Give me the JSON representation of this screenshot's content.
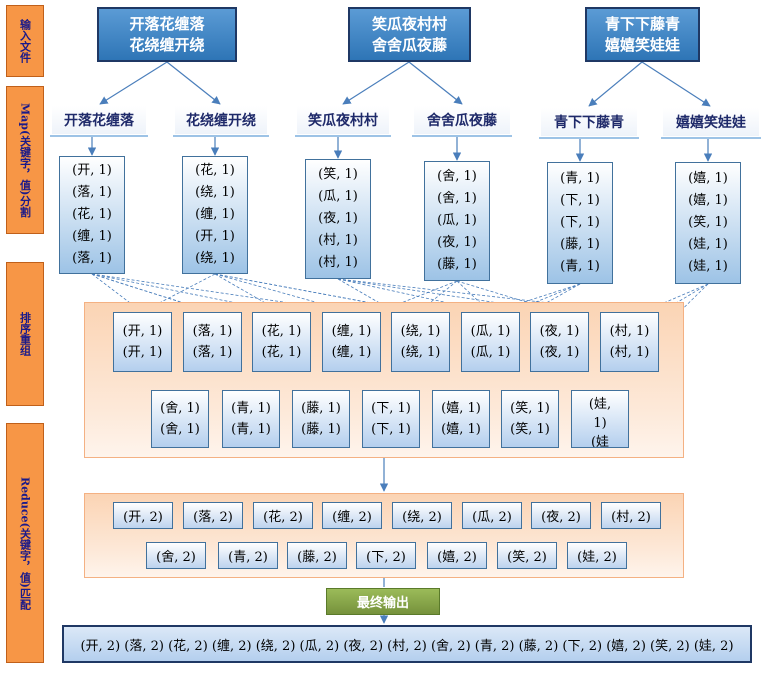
{
  "stages": [
    {
      "label": "输入文件"
    },
    {
      "label": "Map(关键字，值)分割"
    },
    {
      "label": "排序重组"
    },
    {
      "label": "Reduce(关键字，值)匹配"
    }
  ],
  "inputs": [
    {
      "line1": "开落花缠落",
      "line2": "花绕缠开绕"
    },
    {
      "line1": "笑瓜夜村村",
      "line2": "舍舍瓜夜藤"
    },
    {
      "line1": "青下下藤青",
      "line2": "嬉嬉笑娃娃"
    }
  ],
  "splits": [
    {
      "title": "开落花缠落",
      "pairs": [
        "(开, 1)",
        "(落, 1)",
        "(花, 1)",
        "(缠, 1)",
        "(落, 1)"
      ]
    },
    {
      "title": "花绕缠开绕",
      "pairs": [
        "(花, 1)",
        "(绕, 1)",
        "(缠, 1)",
        "(开, 1)",
        "(绕, 1)"
      ]
    },
    {
      "title": "笑瓜夜村村",
      "pairs": [
        "(笑, 1)",
        "(瓜, 1)",
        "(夜, 1)",
        "(村, 1)",
        "(村, 1)"
      ]
    },
    {
      "title": "舍舍瓜夜藤",
      "pairs": [
        "(舍, 1)",
        "(舍, 1)",
        "(瓜, 1)",
        "(夜, 1)",
        "(藤, 1)"
      ]
    },
    {
      "title": "青下下藤青",
      "pairs": [
        "(青, 1)",
        "(下, 1)",
        "(下, 1)",
        "(藤, 1)",
        "(青, 1)"
      ]
    },
    {
      "title": "嬉嬉笑娃娃",
      "pairs": [
        "(嬉, 1)",
        "(嬉, 1)",
        "(笑, 1)",
        "(娃, 1)",
        "(娃, 1)"
      ]
    }
  ],
  "sorted_row1": [
    {
      "a": "(开, 1)",
      "b": "(开, 1)"
    },
    {
      "a": "(落, 1)",
      "b": "(落, 1)"
    },
    {
      "a": "(花, 1)",
      "b": "(花, 1)"
    },
    {
      "a": "(缠, 1)",
      "b": "(缠, 1)"
    },
    {
      "a": "(绕, 1)",
      "b": "(绕, 1)"
    },
    {
      "a": "(瓜, 1)",
      "b": "(瓜, 1)"
    },
    {
      "a": "(夜, 1)",
      "b": "(夜, 1)"
    },
    {
      "a": "(村, 1)",
      "b": "(村, 1)"
    }
  ],
  "sorted_row2": [
    {
      "a": "(舍, 1)",
      "b": "(舍, 1)"
    },
    {
      "a": "(青, 1)",
      "b": "(青, 1)"
    },
    {
      "a": "(藤, 1)",
      "b": "(藤, 1)"
    },
    {
      "a": "(下, 1)",
      "b": "(下, 1)"
    },
    {
      "a": "(嬉, 1)",
      "b": "(嬉, 1)"
    },
    {
      "a": "(笑, 1)",
      "b": "(笑, 1)"
    },
    {
      "a": "(娃,",
      "b": "1)",
      "c": "(娃"
    }
  ],
  "reduce_row1": [
    "(开, 2)",
    "(落, 2)",
    "(花, 2)",
    "(缠, 2)",
    "(绕, 2)",
    "(瓜, 2)",
    "(夜, 2)",
    "(村, 2)"
  ],
  "reduce_row2": [
    "(舍, 2)",
    "(青, 2)",
    "(藤, 2)",
    "(下, 2)",
    "(嬉, 2)",
    "(笑, 2)",
    "(娃, 2)"
  ],
  "final_label": "最终输出",
  "final_output": "(开, 2) (落, 2) (花, 2) (缠, 2) (绕, 2) (瓜, 2) (夜, 2) (村, 2) (舍, 2) (青, 2) (藤, 2) (下, 2) (嬉, 2) (笑, 2) (娃, 2)",
  "colors": {
    "arrow": "#4a7ebb",
    "stage": "#f79646",
    "input": "#2e75b6",
    "final": "#9bbb59"
  }
}
